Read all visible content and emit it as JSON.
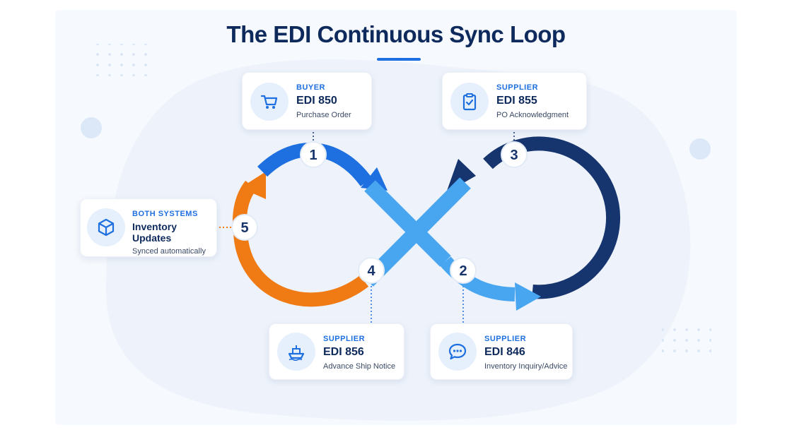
{
  "title": "The EDI Continuous Sync Loop",
  "colors": {
    "navy": "#16346e",
    "blue": "#1e6fe0",
    "light_blue": "#48a6f0",
    "orange": "#f07a14",
    "text_dark": "#0e2a5c"
  },
  "steps": [
    {
      "number": "1",
      "role": "BUYER",
      "code": "EDI 850",
      "description": "Purchase Order",
      "icon": "cart-icon"
    },
    {
      "number": "2",
      "role": "SUPPLIER",
      "code": "EDI 846",
      "description": "Inventory Inquiry/Advice",
      "icon": "chat-icon"
    },
    {
      "number": "3",
      "role": "SUPPLIER",
      "code": "EDI 855",
      "description": "PO Acknowledgment",
      "icon": "clipboard-check-icon"
    },
    {
      "number": "4",
      "role": "SUPPLIER",
      "code": "EDI 856",
      "description": "Advance Ship Notice",
      "icon": "ship-icon"
    },
    {
      "number": "5",
      "role": "BOTH SYSTEMS",
      "code": "Inventory Updates",
      "description": "Synced automatically",
      "icon": "box-icon"
    }
  ]
}
